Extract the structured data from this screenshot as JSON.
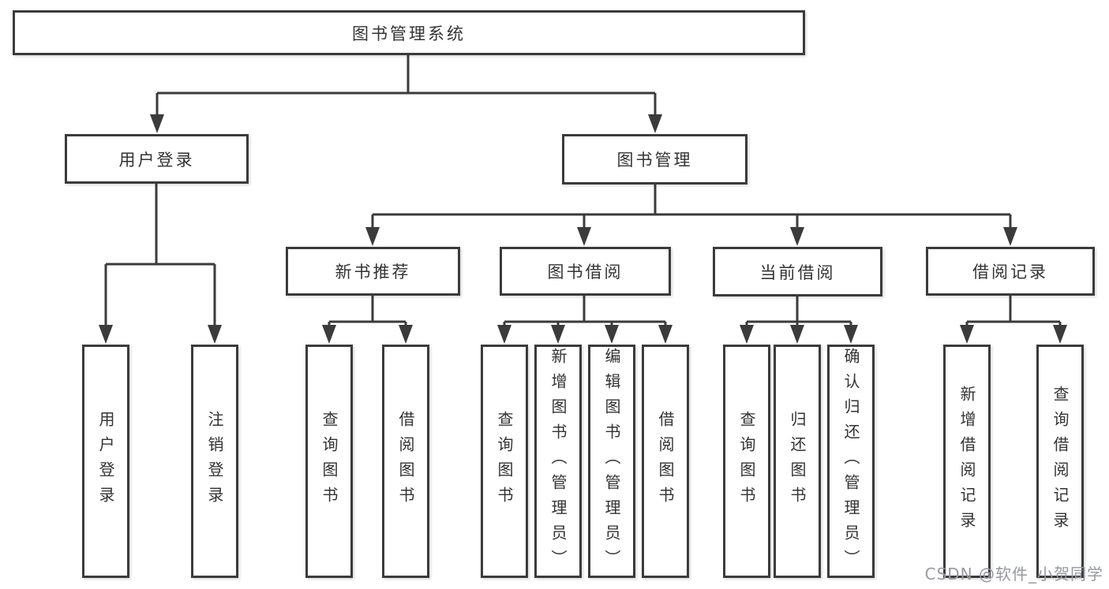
{
  "colors": {
    "line": "#3b3b3b",
    "text": "#333333",
    "box_fill": "#ffffff",
    "background": "#ffffff",
    "watermark": "#9699a1"
  },
  "diagram": {
    "root": {
      "label": "图书管理系统"
    },
    "level2": [
      {
        "label": "用户登录"
      },
      {
        "label": "图书管理"
      }
    ],
    "level3": [
      {
        "label": "新书推荐"
      },
      {
        "label": "图书借阅"
      },
      {
        "label": "当前借阅"
      },
      {
        "label": "借阅记录"
      }
    ],
    "leaves": [
      {
        "label": "用户登录"
      },
      {
        "label": "注销登录"
      },
      {
        "label": "查询图书"
      },
      {
        "label": "借阅图书"
      },
      {
        "label": "查询图书"
      },
      {
        "label": "新增图书（管理员）"
      },
      {
        "label": "编辑图书（管理员）"
      },
      {
        "label": "借阅图书"
      },
      {
        "label": "查询图书"
      },
      {
        "label": "归还图书"
      },
      {
        "label": "确认归还（管理员）"
      },
      {
        "label": "新增借阅记录"
      },
      {
        "label": "查询借阅记录"
      }
    ],
    "edges": [
      {
        "from": "图书管理系统",
        "to": [
          "用户登录",
          "图书管理"
        ]
      },
      {
        "from": "用户登录",
        "to": [
          "用户登录",
          "注销登录"
        ]
      },
      {
        "from": "图书管理",
        "to": [
          "新书推荐",
          "图书借阅",
          "当前借阅",
          "借阅记录"
        ]
      },
      {
        "from": "新书推荐",
        "to": [
          "查询图书",
          "借阅图书"
        ]
      },
      {
        "from": "图书借阅",
        "to": [
          "查询图书",
          "新增图书（管理员）",
          "编辑图书（管理员）",
          "借阅图书"
        ]
      },
      {
        "from": "当前借阅",
        "to": [
          "查询图书",
          "归还图书",
          "确认归还（管理员）"
        ]
      },
      {
        "from": "借阅记录",
        "to": [
          "新增借阅记录",
          "查询借阅记录"
        ]
      }
    ]
  },
  "watermark": {
    "text": "CSDN @软件_小贺同学"
  }
}
